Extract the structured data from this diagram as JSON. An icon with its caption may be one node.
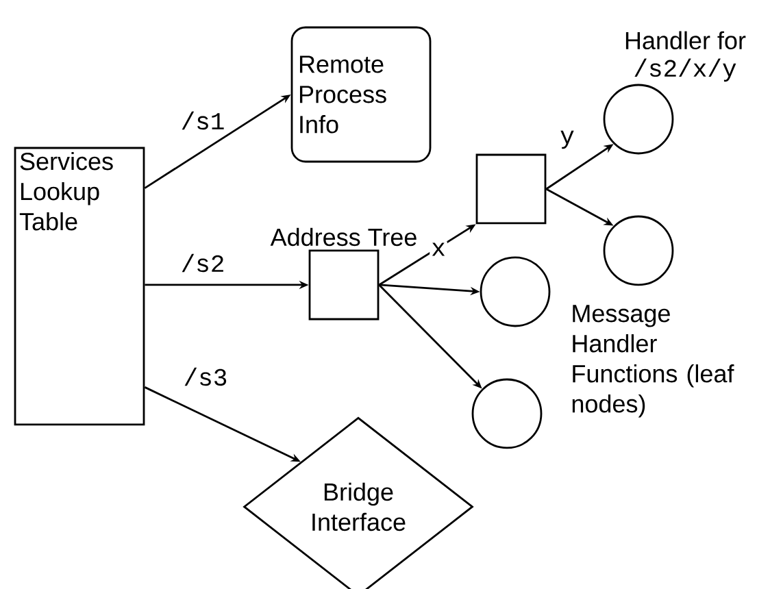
{
  "diagram": {
    "nodes": [
      {
        "text": [
          "Services Lookup Table"
        ]
      },
      {
        "text": [
          "Remote Process Info"
        ]
      },
      {
        "text": [
          "Address Tree"
        ]
      },
      {
        "text": [
          "Bridge Interface"
        ]
      },
      {
        "text": [],
        "shape": "box"
      },
      {
        "text": [
          "Handler for",
          "/s2/x/y"
        ]
      },
      {
        "text": [],
        "shape": "circle"
      },
      {
        "text": [],
        "shape": "circle"
      },
      {
        "text": [],
        "shape": "circle"
      }
    ],
    "edges": [
      {
        "from": 0,
        "to": 1,
        "arrow": "to",
        "label": "/s1"
      },
      {
        "from": 0,
        "to": 2,
        "arrow": "to",
        "label": "/s2"
      },
      {
        "from": 0,
        "to": 3,
        "arrow": "to",
        "label": "/s3"
      },
      {
        "from": 2,
        "to": 4,
        "arrow": "to",
        "label": "x"
      },
      {
        "from": 2,
        "to": 7,
        "arrow": "to"
      },
      {
        "from": 2,
        "to": 8,
        "arrow": "to"
      },
      {
        "from": 4,
        "to": 5,
        "arrow": "to",
        "label": "y"
      },
      {
        "from": 4,
        "to": 6,
        "arrow": "to"
      }
    ],
    "labels": [
      "Message Handler Functions (leaf nodes)"
    ]
  }
}
